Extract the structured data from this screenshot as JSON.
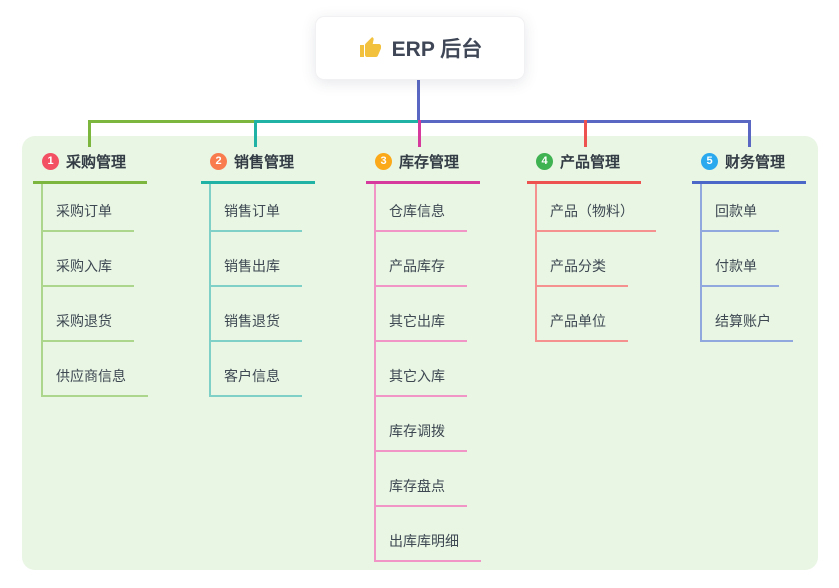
{
  "root": {
    "label": "ERP 后台",
    "icon": "thumbs-up-icon"
  },
  "connector": {
    "trunk_color": "#5a68c3"
  },
  "canvas": {
    "panel_color": "#e9f6e4"
  },
  "branches": [
    {
      "num": "1",
      "label": "采购管理",
      "color": "#7cb63e",
      "light_color": "#abd68c",
      "badge_color": "#f45064",
      "children": [
        "采购订单",
        "采购入库",
        "采购退货",
        "供应商信息"
      ]
    },
    {
      "num": "2",
      "label": "销售管理",
      "color": "#20b2a5",
      "light_color": "#7fd0c7",
      "badge_color": "#f97c4f",
      "children": [
        "销售订单",
        "销售出库",
        "销售退货",
        "客户信息"
      ]
    },
    {
      "num": "3",
      "label": "库存管理",
      "color": "#d63a9d",
      "light_color": "#f195c6",
      "badge_color": "#fba919",
      "children": [
        "仓库信息",
        "产品库存",
        "其它出库",
        "其它入库",
        "库存调拨",
        "库存盘点",
        "出库库明细"
      ]
    },
    {
      "num": "4",
      "label": "产品管理",
      "color": "#ee5250",
      "light_color": "#f5928f",
      "badge_color": "#3fb252",
      "children": [
        "产品（物料）",
        "产品分类",
        "产品单位"
      ]
    },
    {
      "num": "5",
      "label": "财务管理",
      "color": "#4b67c8",
      "light_color": "#90a8dd",
      "badge_color": "#2ba9ee",
      "children": [
        "回款单",
        "付款单",
        "结算账户"
      ]
    }
  ]
}
